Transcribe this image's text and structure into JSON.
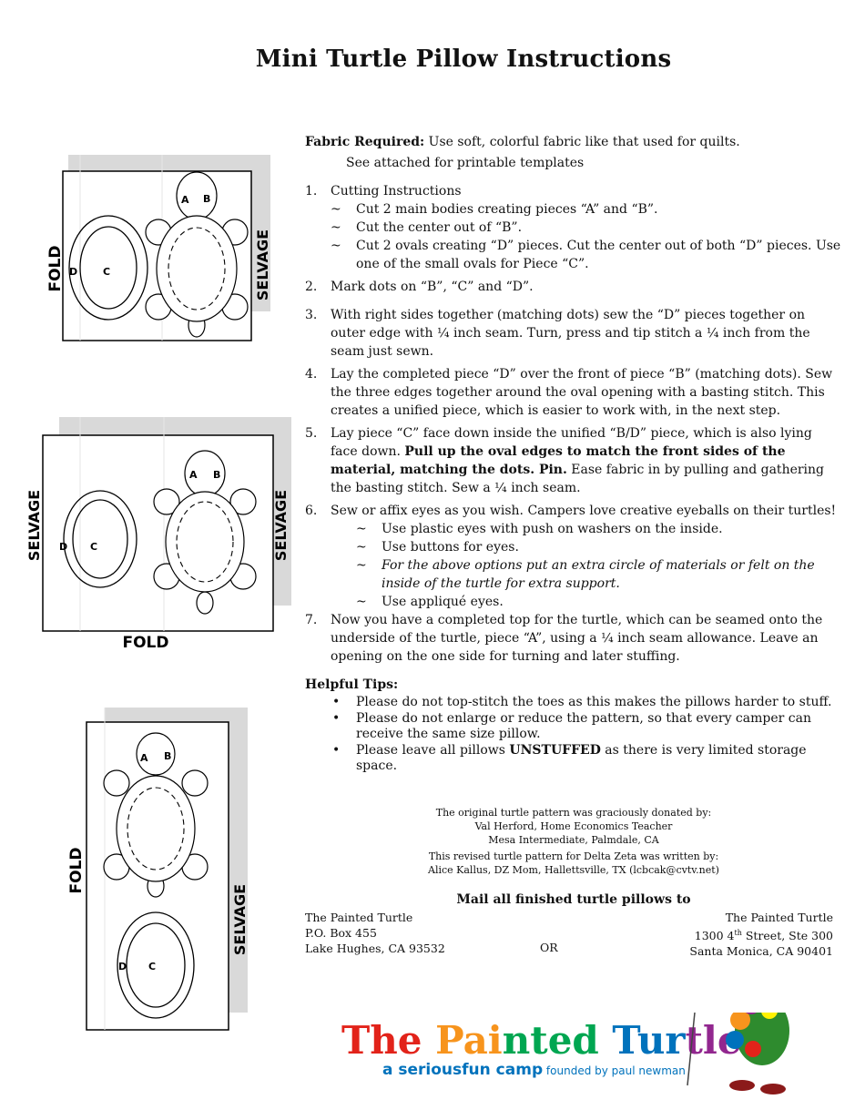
{
  "title": "Mini Turtle Pillow Instructions",
  "fabric": {
    "label": "Fabric Required:",
    "text": " Use soft, colorful fabric like that used for quilts.",
    "templates": "See attached for printable templates"
  },
  "steps": [
    {
      "num": "1.",
      "text": "Cutting Instructions",
      "sub": [
        "Cut 2 main bodies creating pieces “A” and “B”.",
        "Cut the center out of “B”.",
        "Cut 2 ovals creating “D” pieces. Cut the center out of both “D” pieces. Use one of the small ovals for Piece “C”."
      ]
    },
    {
      "num": "2.",
      "text": "Mark dots on “B”, “C” and “D”."
    },
    {
      "num": "3.",
      "text": "With right sides together (matching dots) sew the “D” pieces together on outer edge with ¼ inch seam.  Turn, press and tip stitch a ¼ inch from the seam just sewn."
    },
    {
      "num": "4.",
      "text": "Lay the completed piece “D” over the front of piece “B” (matching dots). Sew the three edges together around the oval opening with a basting stitch.  This creates a unified piece, which is easier to work with, in the next step."
    },
    {
      "num": "5.",
      "text_a": "Lay piece “C” face down inside the unified “B/D” piece, which is also lying face down.  ",
      "text_bold": "Pull up the oval edges to match the front sides of the material, matching the dots. Pin.",
      "text_b": " Ease fabric in by pulling and gathering the basting stitch. Sew a ¼ inch seam."
    },
    {
      "num": "6.",
      "text": "Sew or affix eyes as you wish. Campers love creative eyeballs on their turtles!",
      "sub": [
        "Use plastic eyes with push on washers on the inside.",
        "Use buttons for eyes."
      ],
      "italic": "For the above options put an extra circle of materials or felt on the inside of the turtle for extra support.",
      "last": "Use appliqué eyes."
    },
    {
      "num": "7.",
      "text": "Now you have a completed top for the turtle, which can be seamed onto the underside of the turtle, piece “A”, using a ¼ inch seam allowance.  Leave an opening on the one side for turning and later stuffing."
    }
  ],
  "tilde": "~",
  "tips": {
    "heading": "Helpful Tips:",
    "bullet": "•",
    "items": [
      {
        "text": "Please do not top-stitch the toes as this makes the pillows harder to stuff."
      },
      {
        "text": "Please do not enlarge or reduce the pattern, so that every camper can receive the same size pillow."
      },
      {
        "pre": "Please leave all pillows ",
        "bold": "UNSTUFFED",
        "post": " as there is very limited storage space."
      }
    ]
  },
  "credits": {
    "line1": "The original turtle pattern was graciously donated by:",
    "line2": "Val Herford, Home Economics Teacher",
    "line3": "Mesa Intermediate, Palmdale, CA",
    "line4": "This revised turtle pattern for Delta Zeta was written by:",
    "line5": "Alice Kallus, DZ Mom, Hallettsville, TX (lcbcak@cvtv.net)"
  },
  "mail": {
    "heading": "Mail all finished turtle pillows to",
    "left": [
      "The Painted Turtle",
      "P.O. Box 455",
      "Lake Hughes, CA 93532"
    ],
    "or": "OR",
    "right1": "The Painted Turtle",
    "right2_pre": "1300 4",
    "right2_sup": "th",
    "right2_post": " Street, Ste 300",
    "right3": "Santa Monica, CA 90401"
  },
  "diagram_labels": {
    "fold": "FOLD",
    "selvage": "SELVAGE",
    "a": "A",
    "b": "B",
    "c": "C",
    "d": "D"
  },
  "logo": {
    "name": "The Painted Turtle",
    "tag_a": "a serious",
    "tag_b": "fun camp",
    "tag_c": " founded by paul newman",
    "colors": [
      "#e2231a",
      "#f7941d",
      "#00a651",
      "#0072bc",
      "#92278f",
      "#2e3192"
    ]
  }
}
